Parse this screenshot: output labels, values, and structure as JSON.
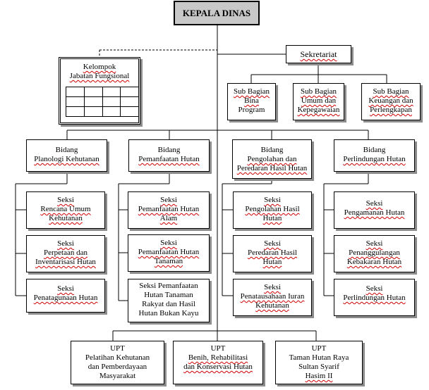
{
  "head": {
    "label": "KEPALA DINAS"
  },
  "sekretariat": {
    "label": "Sekretariat"
  },
  "kelompok": {
    "line1": "Kelompok",
    "line2": "Jabatan Fungsional"
  },
  "sub_bagian": [
    {
      "line1": "Sub Bagian",
      "line2": "Bina",
      "line3": "Program"
    },
    {
      "line1": "Sub Bagian",
      "line2": "Umum dan",
      "line3": "Kepegawaian"
    },
    {
      "line1": "Sub Bagian",
      "line2": "Keuangan dan",
      "line3": "Perlengkapan"
    }
  ],
  "bidang": [
    {
      "line1": "Bidang",
      "line2": "Planologi Kehutanan",
      "seksi": [
        {
          "line1": "Seksi",
          "line2": "Rencana Umum",
          "line3": "Kehutanan"
        },
        {
          "line1": "Seksi",
          "line2": "Perpetaan dan",
          "line3": "Inventarisasi Hutan"
        },
        {
          "line1": "Seksi",
          "line2": "Penatagunaan Hutan"
        }
      ]
    },
    {
      "line1": "Bidang",
      "line2": "Pemanfaatan Hutan",
      "seksi": [
        {
          "line1": "Seksi",
          "line2": "Pemanfaatan Hutan",
          "line3": "Alam"
        },
        {
          "line1": "Seksi",
          "line2": "Pemanfaatan Hutan",
          "line3": "Tanaman"
        },
        {
          "line1": "Seksi Pemanfaatan",
          "line2": "Hutan Tanaman",
          "line3": "Rakyat dan Hasil",
          "line4": "Hutan Bukan Kayu"
        }
      ]
    },
    {
      "line1": "Bidang",
      "line2": "Pengolahan dan",
      "line3": "Peredaran Hasil Hutan",
      "seksi": [
        {
          "line1": "Seksi",
          "line2": "Pengolahan Hasil",
          "line3": "Hutan"
        },
        {
          "line1": "Seksi",
          "line2": "Peredaran Hasil",
          "line3": "Hutan"
        },
        {
          "line1": "Seksi",
          "line2": "Penatausahaan Iuran",
          "line3": "Kehutanan"
        }
      ]
    },
    {
      "line1": "Bidang",
      "line2": "Perlindungan Hutan",
      "seksi": [
        {
          "line1": "Seksi",
          "line2": "Pengamanan Hutan"
        },
        {
          "line1": "Seksi",
          "line2": "Penanggulangan",
          "line3": "Kebakaran Hutan"
        },
        {
          "line1": "Seksi",
          "line2": "Perlindungan Hutan"
        }
      ]
    }
  ],
  "upt": [
    {
      "line1": "UPT",
      "line2": "Pelatihan Kehutanan",
      "line3": "dan Pemberdayaan",
      "line4": "Masyarakat"
    },
    {
      "line1": "UPT",
      "line2": "Benih, Rehabilitasi",
      "line3": "dan Konservasi Hutan"
    },
    {
      "line1": "UPT",
      "line2": "Taman Hutan Raya",
      "line3": "Sultan Syarif",
      "line4": "Hasim II"
    }
  ]
}
